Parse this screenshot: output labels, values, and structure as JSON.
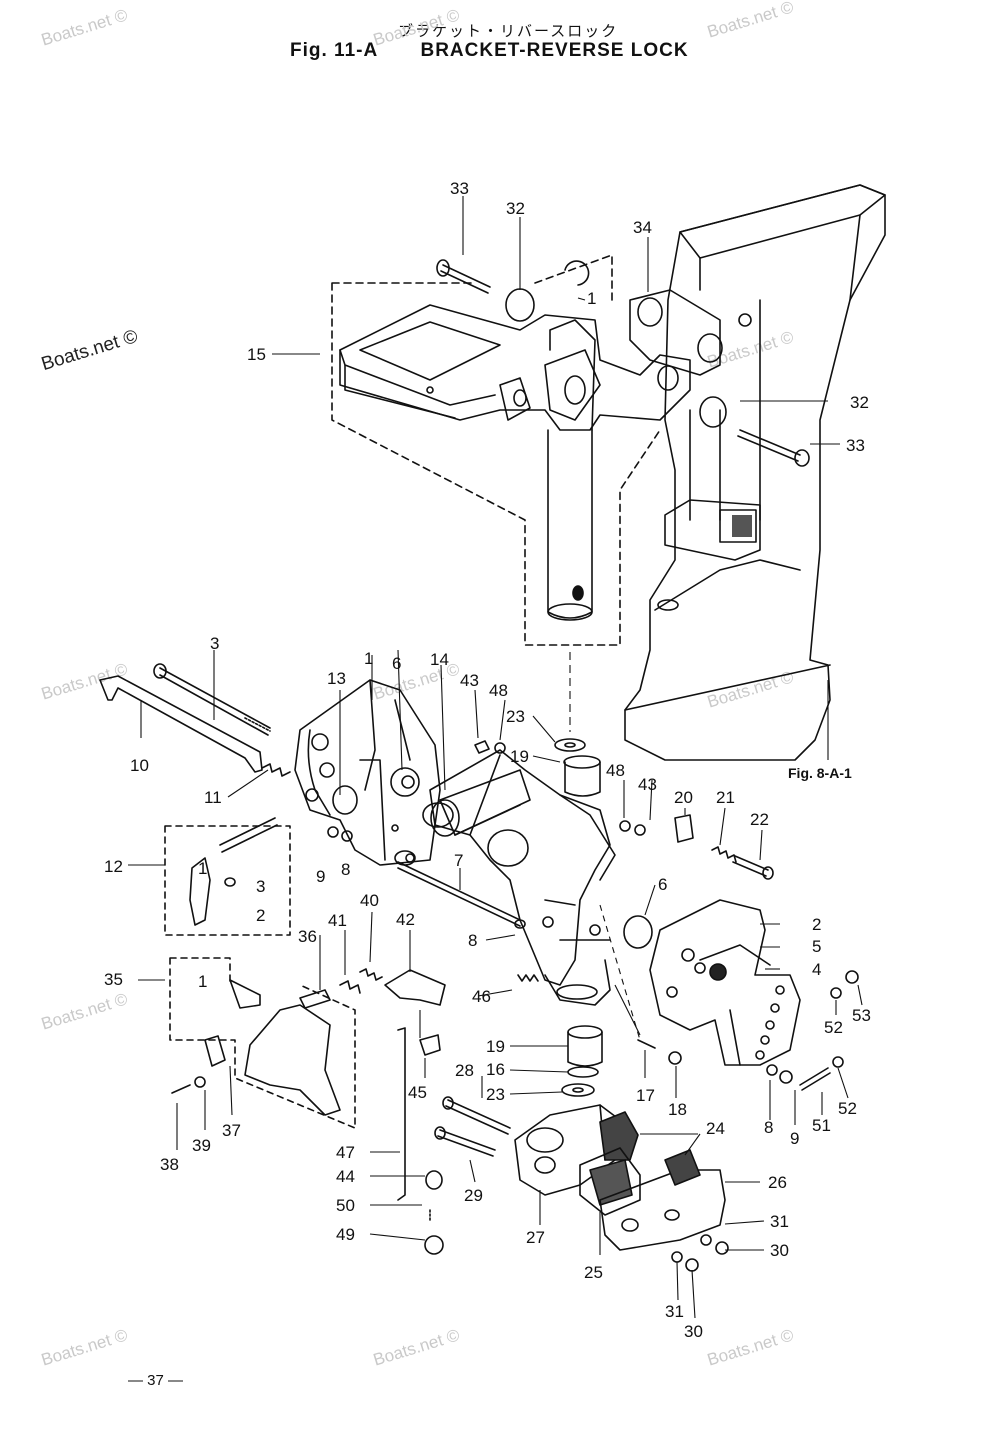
{
  "header": {
    "japanese_title": "ブラケット・リバースロック",
    "figure_number": "Fig. 11-A",
    "figure_title": "BRACKET-REVERSE LOCK"
  },
  "watermarks": [
    "Boats.net ©",
    "Boats.net ©",
    "Boats.net ©",
    "Boats.net ©",
    "Boats.net ©",
    "Boats.net ©",
    "Boats.net ©",
    "Boats.net ©",
    "Boats.net ©",
    "Boats.net ©",
    "Boats.net ©",
    "Boats.net ©"
  ],
  "cross_reference": "Fig. 8-A-1",
  "part_labels": [
    "1",
    "2",
    "3",
    "4",
    "5",
    "6",
    "7",
    "8",
    "9",
    "10",
    "11",
    "12",
    "13",
    "14",
    "15",
    "16",
    "17",
    "18",
    "19",
    "20",
    "21",
    "22",
    "23",
    "24",
    "25",
    "26",
    "27",
    "28",
    "29",
    "30",
    "31",
    "32",
    "33",
    "34",
    "35",
    "36",
    "37",
    "38",
    "39",
    "40",
    "41",
    "42",
    "43",
    "44",
    "45",
    "46",
    "47",
    "48",
    "49",
    "50",
    "51",
    "52",
    "53"
  ],
  "page_number": "— 37 —"
}
